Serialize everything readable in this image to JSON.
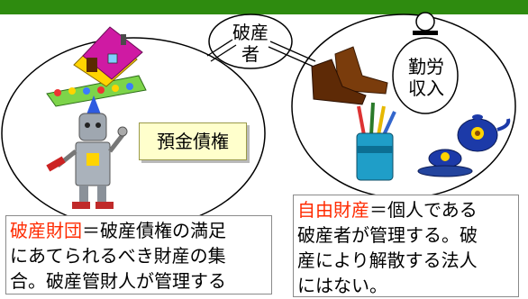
{
  "colors": {
    "top_bar": "#2e8b0f",
    "ellipse_stroke": "#000000",
    "note_highlight": "#ff2a00",
    "deposit_box_fill": "#ffffcc"
  },
  "icons": [
    "house-icon",
    "robot-icon",
    "boots-icon",
    "pencil-cup-icon",
    "teapot-icon",
    "weight-icon"
  ],
  "bankrupt_person": {
    "line1": "破産",
    "line2": "者"
  },
  "income": {
    "line1": "勤労",
    "line2": "収入"
  },
  "deposit": {
    "label": "預金債権"
  },
  "estate_note": {
    "term": "破産財団",
    "line1_rest": "＝破産債権の満足",
    "line2": "にあてられるべき財産の集",
    "line3": "合。破産管財人が管理する"
  },
  "free_note": {
    "term": "自由財産",
    "line1_rest": "＝個人である",
    "line2": "破産者が管理する。破",
    "line3": "産により解散する法人",
    "line4": "にはない。"
  }
}
